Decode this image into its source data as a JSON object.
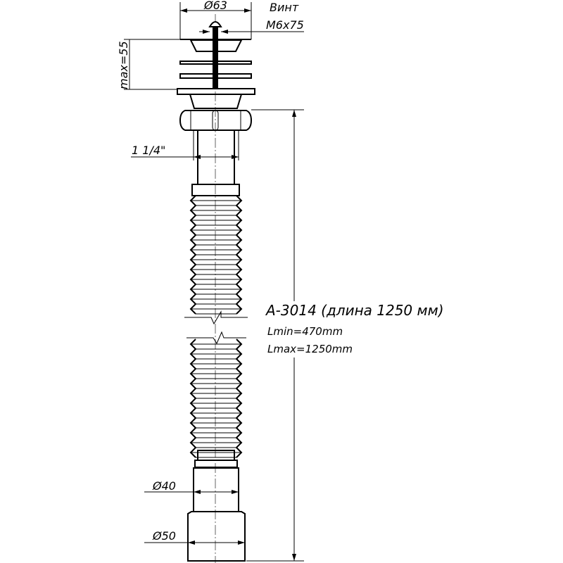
{
  "drawing": {
    "dim_top_diameter": "Ø63",
    "screw_label": "Винт",
    "screw_size": "M6x75",
    "dim_max_height": "max=55",
    "dim_thread": "1 1/4\"",
    "model_title": "A-3014 (длина 1250 мм)",
    "length_min": "Lmin=470mm",
    "length_max": "Lmax=1250mm",
    "dim_outlet_40": "Ø40",
    "dim_outlet_50": "Ø50"
  },
  "colors": {
    "line": "#000000",
    "background": "#ffffff"
  }
}
